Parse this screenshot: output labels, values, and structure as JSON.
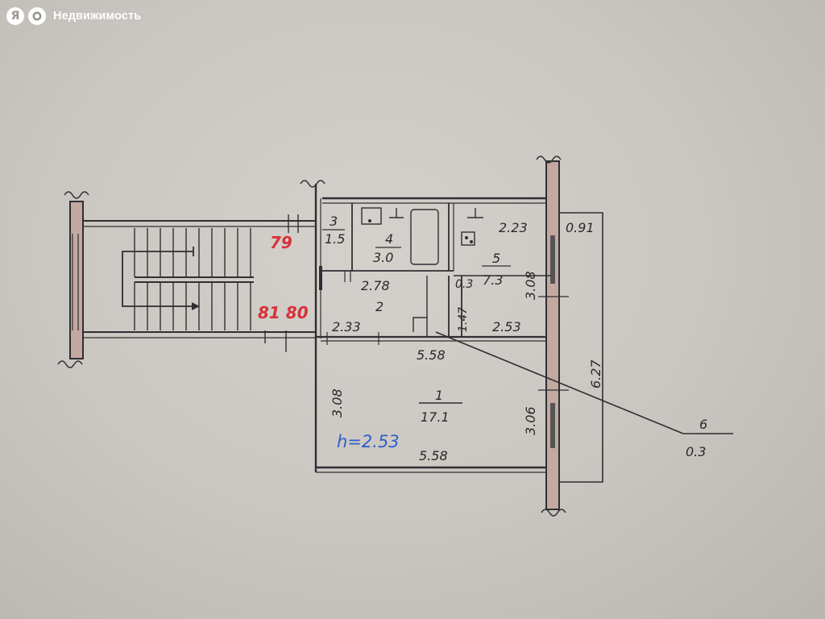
{
  "watermark": {
    "logo_letter": "Я",
    "text": "Недвижимость"
  },
  "plan": {
    "rooms": [
      {
        "number": "1",
        "area": "17.1"
      },
      {
        "number": "2"
      },
      {
        "number": "3",
        "area": "1.5"
      },
      {
        "number": "4",
        "area": "3.0"
      },
      {
        "number": "5",
        "area": "7.3"
      },
      {
        "number": "6",
        "area": "0.3"
      }
    ],
    "dimensions": [
      "2.23",
      "0.91",
      "2.78",
      "0.3",
      "3.08",
      "1.47",
      "2.33",
      "2.53",
      "5.58",
      "6.27",
      "3.08",
      "3.06",
      "5.58"
    ],
    "stair_labels": [
      "79",
      "81 80"
    ],
    "ceiling_height": "h=2.53"
  }
}
